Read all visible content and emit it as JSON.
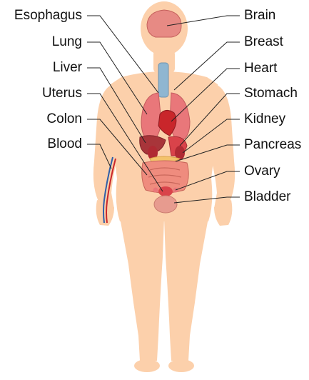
{
  "labels": {
    "left": {
      "esophagus": "Esophagus",
      "lung": "Lung",
      "liver": "Liver",
      "uterus": "Uterus",
      "colon": "Colon",
      "blood": "Blood"
    },
    "right": {
      "brain": "Brain",
      "breast": "Breast",
      "heart": "Heart",
      "stomach": "Stomach",
      "kidney": "Kidney",
      "pancreas": "Pancreas",
      "ovary": "Ovary",
      "bladder": "Bladder"
    }
  },
  "colors": {
    "skin": "#fcd0ab",
    "skin_shadow": "#f5bd91",
    "organ_red": "#d9434a",
    "organ_dark": "#b02a33",
    "lung_pink": "#e9777a",
    "liver_brown": "#a8353a",
    "intestine": "#ef8c7e",
    "trachea_blue": "#8fb6d1",
    "brain_pink": "#e78a84",
    "leader_line": "#222222",
    "vein_blue": "#2f5fa8",
    "artery_red": "#c9262b"
  }
}
